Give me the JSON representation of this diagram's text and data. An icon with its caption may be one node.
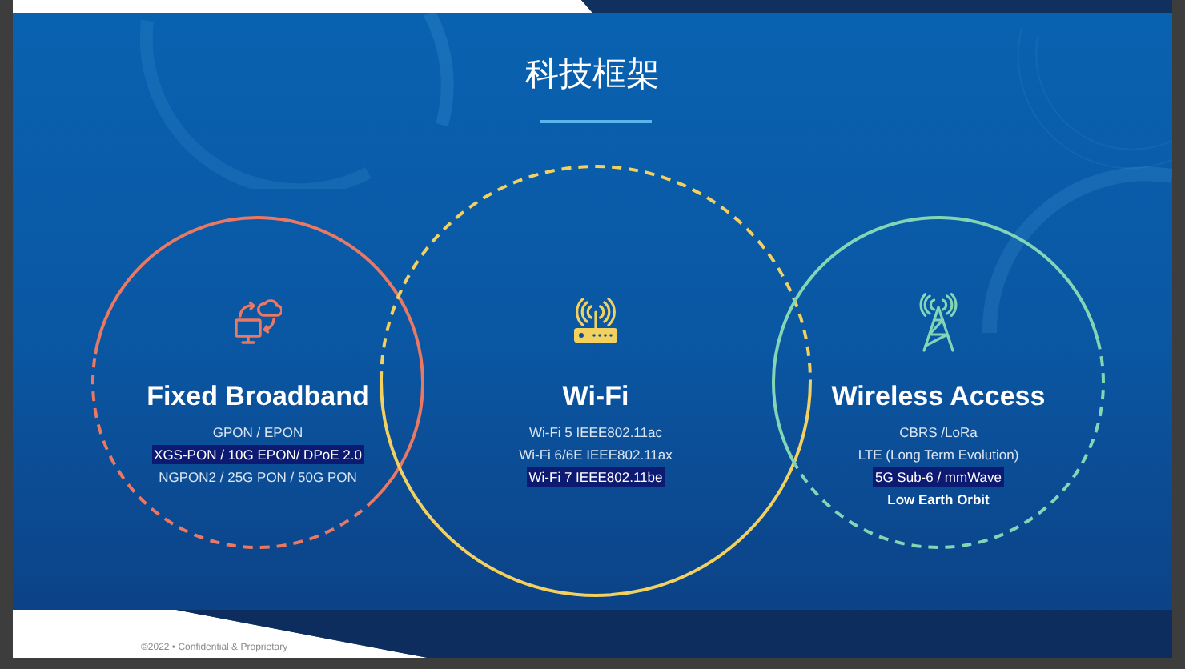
{
  "diagram": {
    "title": "科技框架",
    "nodes": [
      {
        "text": [
          "Fixed Broadband",
          "GPON / EPON",
          "XGS-PON / 10G EPON/ DPoE 2.0",
          "NGPON2 / 25G PON / 50G PON"
        ]
      },
      {
        "text": [
          "Wi-Fi",
          "Wi-Fi 5 IEEE802.11ac",
          "Wi-Fi 6/6E IEEE802.11ax",
          "Wi-Fi 7 IEEE802.11be"
        ]
      },
      {
        "text": [
          "Wireless Access",
          "CBRS /LoRa",
          "LTE (Long Term Evolution)",
          "5G Sub-6 / mmWave",
          "Low Earth Orbit"
        ]
      }
    ],
    "labels": [
      "©2022 • Confidential & Proprietary"
    ]
  }
}
